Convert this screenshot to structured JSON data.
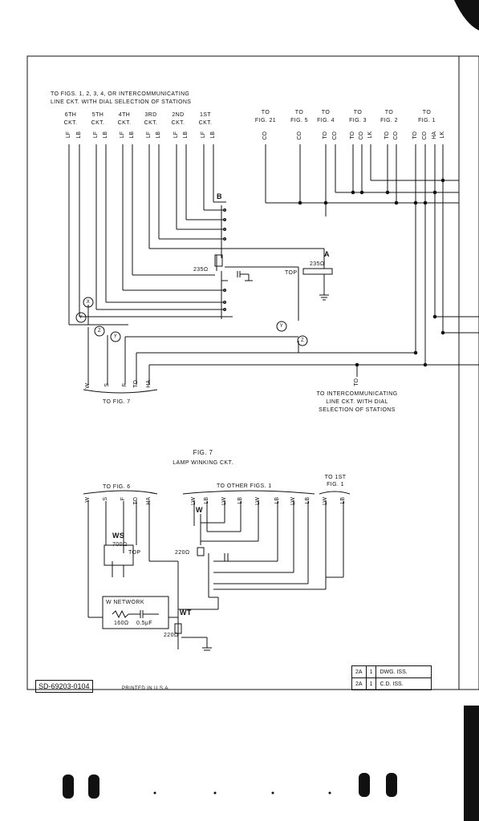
{
  "drawing": {
    "number": "SD-69203-0104",
    "printed": "PRINTED IN U.S.A."
  },
  "fig6": {
    "top_note_1": "TO FIGS. 1, 2, 3, 4, OR INTERCOMMUNICATING",
    "top_note_2": "LINE CKT. WITH DIAL SELECTION OF STATIONS",
    "circuits": [
      "6TH",
      "5TH",
      "4TH",
      "3RD",
      "2ND",
      "1ST"
    ],
    "ckt": "CKT.",
    "lead_pairs": [
      [
        "LF",
        "LB"
      ],
      [
        "LF",
        "LB"
      ],
      [
        "LF",
        "LB"
      ],
      [
        "LF",
        "LB"
      ],
      [
        "LF",
        "LB"
      ],
      [
        "LF",
        "LB"
      ]
    ],
    "right_to": "TO",
    "right_figs": [
      "FIG. 21",
      "FIG. 5",
      "FIG. 4",
      "FIG. 3",
      "FIG. 2",
      "FIG. 1"
    ],
    "right_leads": [
      [
        "CO"
      ],
      [
        "CO"
      ],
      [
        "TO",
        "CO"
      ],
      [
        "TO",
        "CO",
        "LK"
      ],
      [
        "TO",
        "CO"
      ],
      [
        "TO",
        "CO",
        "HA",
        "LK"
      ]
    ],
    "relay_b": "B",
    "relay_a": "A",
    "relay_a_res": "235Ω",
    "relay_b_res": "235Ω",
    "top_label": "TOP",
    "markers": [
      "X",
      "Y",
      "Z"
    ],
    "bottom_leads": [
      "W",
      "S",
      "F",
      "TO",
      "HA"
    ],
    "to_fig7": "TO FIG. 7",
    "bottom_right_lead": "TO",
    "bottom_note_1": "TO INTERCOMMUNICATING",
    "bottom_note_2": "LINE CKT. WITH DIAL",
    "bottom_note_3": "SELECTION OF STATIONS"
  },
  "fig7": {
    "title": "FIG. 7",
    "subtitle": "LAMP WINKING CKT.",
    "to_fig6": "TO FIG. 6",
    "to_other": "TO OTHER FIGS. 1",
    "to_1st_1": "TO 1ST",
    "to_1st_2": "FIG. 1",
    "leads_fig6": [
      "W",
      "S",
      "F",
      "TO",
      "HA"
    ],
    "leads_other": [
      "LW",
      "LB",
      "LW",
      "LB",
      "LW",
      "LB"
    ],
    "leads_first": [
      "LW",
      "LB"
    ],
    "ws_name": "WS",
    "ws_res": "700Ω",
    "w_name": "W",
    "w_res": "220Ω",
    "wt_name": "WT",
    "wt_res": "220Ω",
    "network_title": "W NETWORK",
    "network_res": "160Ω",
    "network_cap": "0.5μF",
    "top_label": "TOP"
  },
  "issue_table": [
    {
      "rev": "2A",
      "n": "1",
      "text": "DWG. ISS."
    },
    {
      "rev": "2A",
      "n": "1",
      "text": "C.D. ISS."
    }
  ]
}
